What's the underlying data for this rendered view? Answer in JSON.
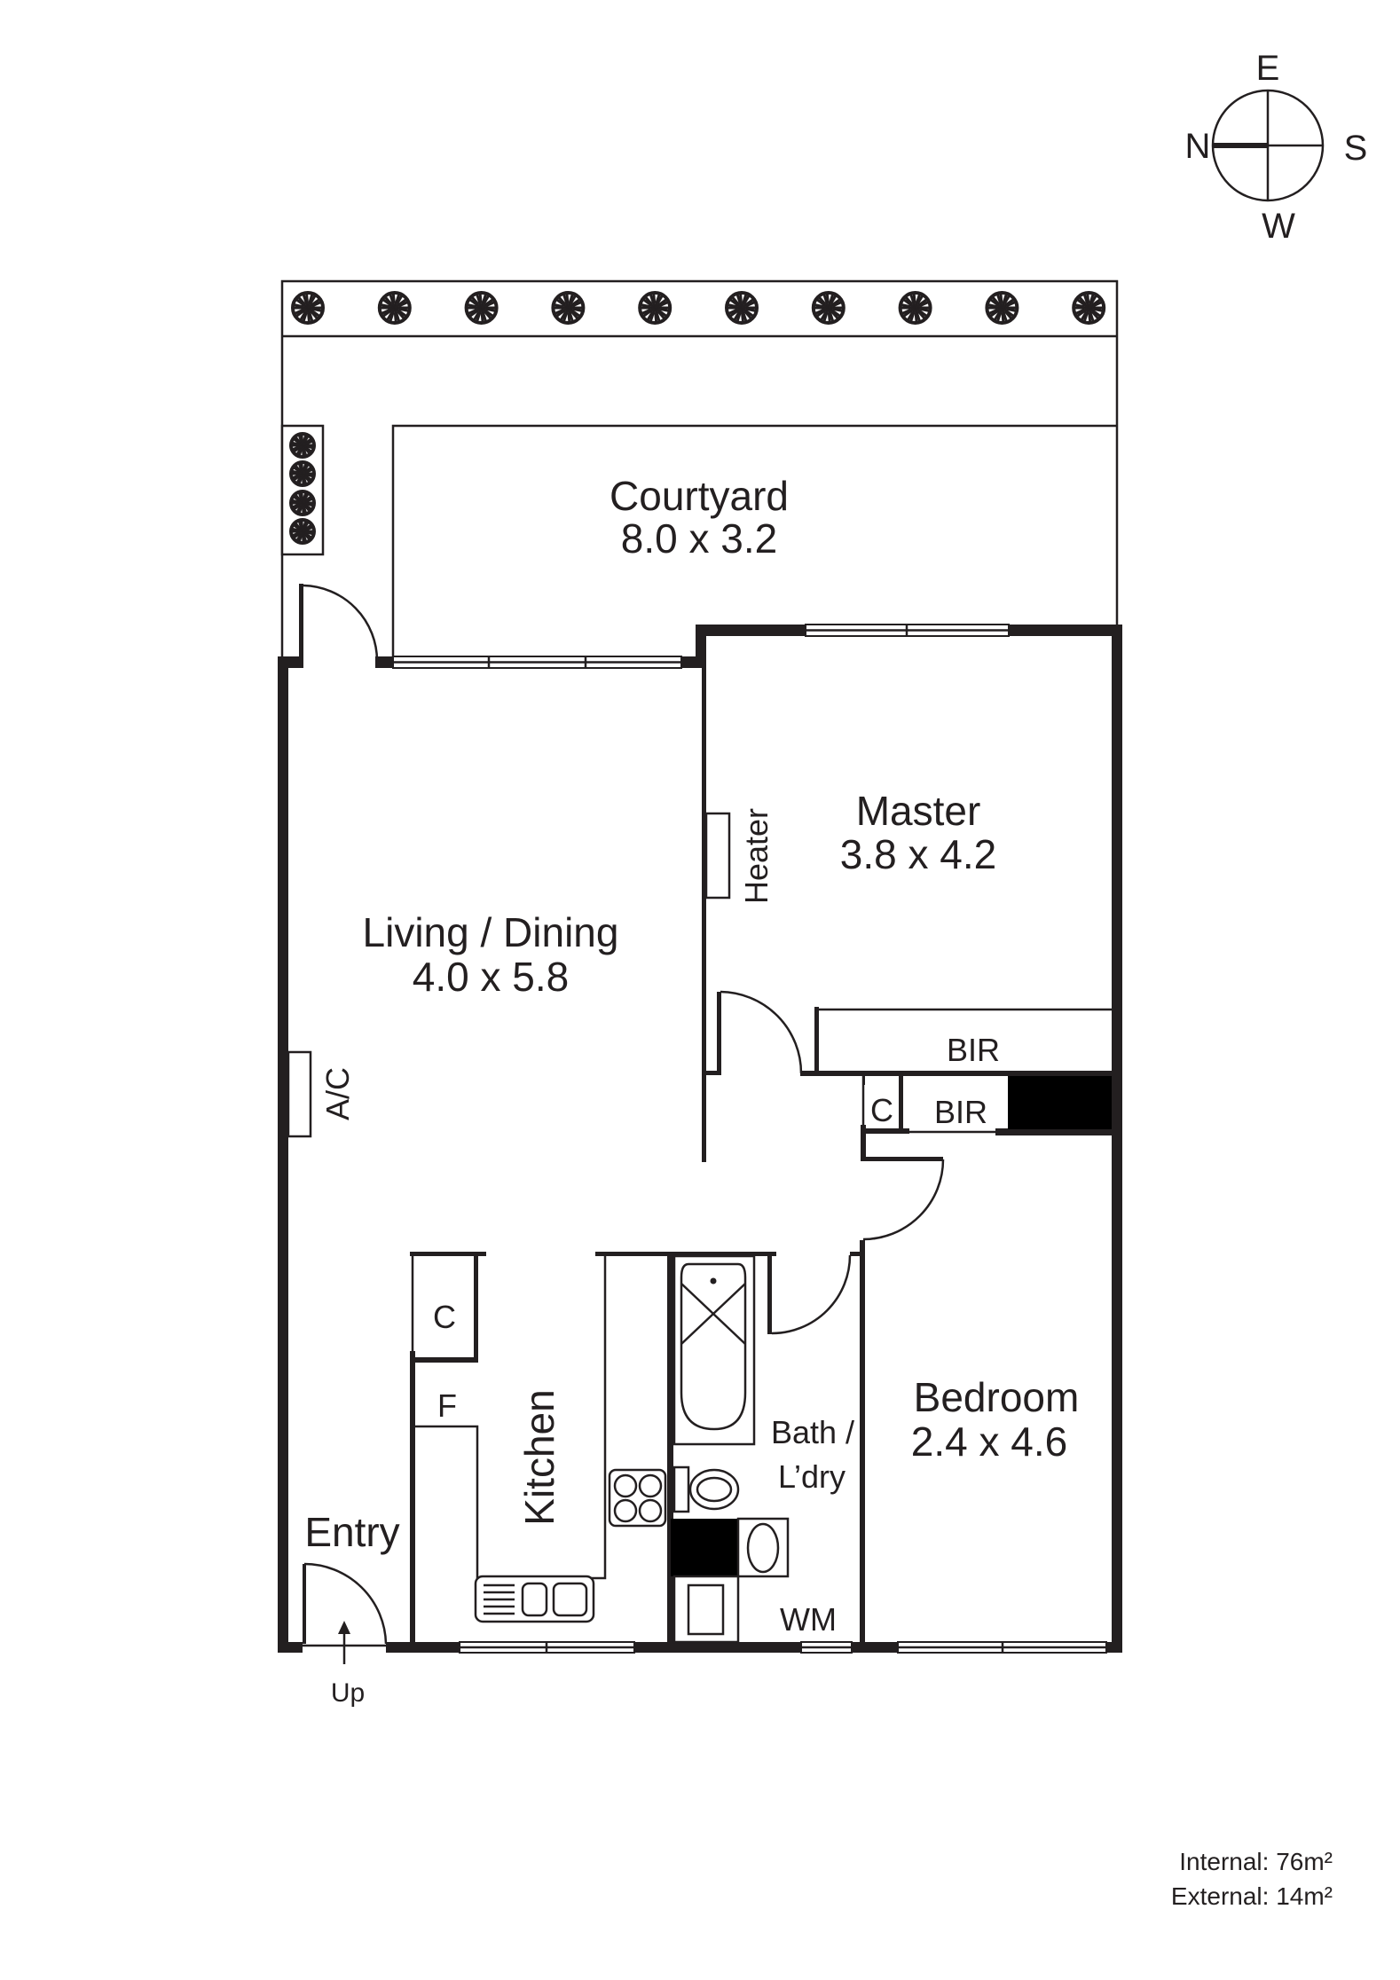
{
  "compass": {
    "north": "N",
    "east": "E",
    "south": "S",
    "west": "W"
  },
  "rooms": {
    "courtyard": {
      "name": "Courtyard",
      "size": "8.0 x 3.2"
    },
    "living_dining": {
      "name": "Living / Dining",
      "size": "4.0 x 5.8"
    },
    "master": {
      "name": "Master",
      "size": "3.8 x 4.2"
    },
    "bedroom": {
      "name": "Bedroom",
      "size": "2.4 x 4.6"
    },
    "kitchen": {
      "name": "Kitchen"
    },
    "entry": {
      "name": "Entry"
    },
    "bath_laundry": {
      "line1": "Bath /",
      "line2": "L’dry"
    }
  },
  "fixtures": {
    "heater": "Heater",
    "air_conditioner": "A/C",
    "bir_master": "BIR",
    "bir_hall": "BIR",
    "cupboard_hall": "C",
    "cupboard_kitchen": "C",
    "fridge": "F",
    "washing_machine": "WM",
    "stairs": "Up"
  },
  "areas": {
    "internal": "Internal: 76m²",
    "external": "External: 14m²"
  },
  "colors": {
    "ink": "#231f20",
    "background": "#ffffff"
  }
}
